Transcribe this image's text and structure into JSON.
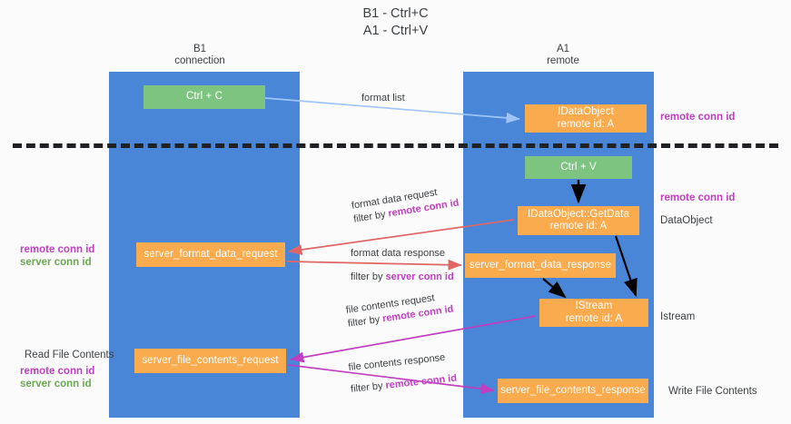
{
  "diagram": {
    "title": "B1 - Ctrl+C\nA1 - Ctrl+V",
    "columns": [
      {
        "id": "b1",
        "label": "B1\nconnection"
      },
      {
        "id": "a1",
        "label": "A1\nremote"
      }
    ],
    "boxes": {
      "ctrl_c": "Ctrl + C",
      "data_object": "IDataObject\nremote id: A",
      "ctrl_v": "Ctrl + V",
      "get_data": "IDataObject::GetData\nremote id: A",
      "server_format_data_request": "server_format_data_request",
      "server_format_data_response": "server_format_data_response",
      "istream": "IStream\nremote id: A",
      "server_file_contents_request": "server_file_contents_request",
      "server_file_contents_response": "server_file_contents_response"
    },
    "side_labels": {
      "data_object": "DataObject",
      "istream": "Istream",
      "write_file_contents": "Write File Contents",
      "read_file_contents": "Read File Contents"
    },
    "conn_ids": {
      "remote": "remote conn id",
      "server": "server conn id"
    },
    "edges": {
      "format_list": "format list",
      "format_data_request": "format data request",
      "format_data_request_filter_prefix": "filter by ",
      "format_data_response": "format data response",
      "format_data_response_filter_prefix": "filter by ",
      "file_contents_request": "file contents request",
      "file_contents_request_filter_prefix": "filter by ",
      "file_contents_response": "file contents response",
      "file_contents_response_filter_prefix": "filter by "
    },
    "colors": {
      "lane": "#4a86d8",
      "green_box": "#7cc47f",
      "orange_box": "#f9ab4e",
      "remote_conn_id": "#c13ec1",
      "server_conn_id": "#6aa84f",
      "format_list_arrow": "#9fc5f8",
      "format_data_arrow": "#e06666",
      "file_contents_arrow": "#c13ec1",
      "black_arrow": "#000000",
      "divider": "#202124"
    }
  }
}
